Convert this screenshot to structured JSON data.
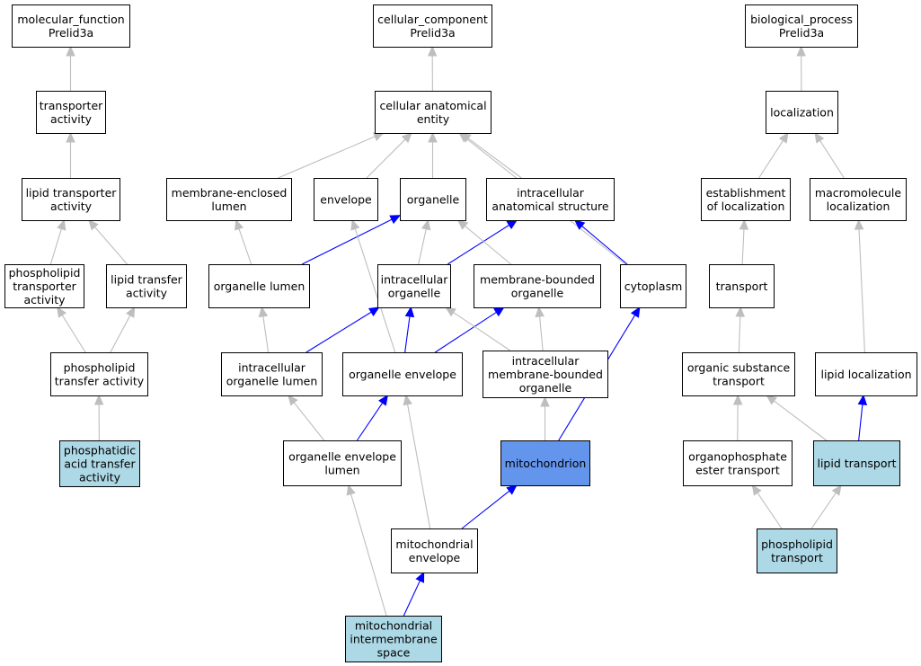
{
  "colors": {
    "default_fill": "#ffffff",
    "query_fill": "#add8e6",
    "focus_fill": "#6495ed",
    "edge_gray": "#bebebe",
    "edge_blue": "#0000ff"
  },
  "nodes": [
    {
      "id": "molecular_function",
      "lines": [
        "molecular_function",
        "Prelid3a"
      ],
      "style": "default"
    },
    {
      "id": "cellular_component",
      "lines": [
        "cellular_component",
        "Prelid3a"
      ],
      "style": "default"
    },
    {
      "id": "biological_process",
      "lines": [
        "biological_process",
        "Prelid3a"
      ],
      "style": "default"
    },
    {
      "id": "transporter_activity",
      "lines": [
        "transporter",
        "activity"
      ],
      "style": "default"
    },
    {
      "id": "cellular_anatomical_entity",
      "lines": [
        "cellular anatomical",
        "entity"
      ],
      "style": "default"
    },
    {
      "id": "localization",
      "lines": [
        "localization"
      ],
      "style": "default"
    },
    {
      "id": "lipid_transporter_activity",
      "lines": [
        "lipid transporter",
        "activity"
      ],
      "style": "default"
    },
    {
      "id": "membrane_enclosed_lumen",
      "lines": [
        "membrane-enclosed",
        "lumen"
      ],
      "style": "default"
    },
    {
      "id": "envelope",
      "lines": [
        "envelope"
      ],
      "style": "default"
    },
    {
      "id": "organelle",
      "lines": [
        "organelle"
      ],
      "style": "default"
    },
    {
      "id": "intracellular_anatomical_structure",
      "lines": [
        "intracellular",
        "anatomical structure"
      ],
      "style": "default"
    },
    {
      "id": "establishment_of_localization",
      "lines": [
        "establishment",
        "of localization"
      ],
      "style": "default"
    },
    {
      "id": "macromolecule_localization",
      "lines": [
        "macromolecule",
        "localization"
      ],
      "style": "default"
    },
    {
      "id": "phospholipid_transporter_activity",
      "lines": [
        "phospholipid",
        "transporter",
        "activity"
      ],
      "style": "default"
    },
    {
      "id": "lipid_transfer_activity",
      "lines": [
        "lipid transfer",
        "activity"
      ],
      "style": "default"
    },
    {
      "id": "organelle_lumen",
      "lines": [
        "organelle lumen"
      ],
      "style": "default"
    },
    {
      "id": "intracellular_organelle",
      "lines": [
        "intracellular",
        "organelle"
      ],
      "style": "default"
    },
    {
      "id": "membrane_bounded_organelle",
      "lines": [
        "membrane-bounded",
        "organelle"
      ],
      "style": "default"
    },
    {
      "id": "cytoplasm",
      "lines": [
        "cytoplasm"
      ],
      "style": "default"
    },
    {
      "id": "transport",
      "lines": [
        "transport"
      ],
      "style": "default"
    },
    {
      "id": "phospholipid_transfer_activity",
      "lines": [
        "phospholipid",
        "transfer activity"
      ],
      "style": "default"
    },
    {
      "id": "intracellular_organelle_lumen",
      "lines": [
        "intracellular",
        "organelle lumen"
      ],
      "style": "default"
    },
    {
      "id": "organelle_envelope",
      "lines": [
        "organelle envelope"
      ],
      "style": "default"
    },
    {
      "id": "intracellular_membrane_bounded_organelle",
      "lines": [
        "intracellular",
        "membrane-bounded",
        "organelle"
      ],
      "style": "default"
    },
    {
      "id": "organic_substance_transport",
      "lines": [
        "organic substance",
        "transport"
      ],
      "style": "default"
    },
    {
      "id": "lipid_localization",
      "lines": [
        "lipid localization"
      ],
      "style": "default"
    },
    {
      "id": "phosphatidic_acid_transfer_activity",
      "lines": [
        "phosphatidic",
        "acid transfer",
        "activity"
      ],
      "style": "query"
    },
    {
      "id": "organelle_envelope_lumen",
      "lines": [
        "organelle envelope",
        "lumen"
      ],
      "style": "default"
    },
    {
      "id": "mitochondrion",
      "lines": [
        "mitochondrion"
      ],
      "style": "focus"
    },
    {
      "id": "organophosphate_ester_transport",
      "lines": [
        "organophosphate",
        "ester transport"
      ],
      "style": "default"
    },
    {
      "id": "lipid_transport",
      "lines": [
        "lipid transport"
      ],
      "style": "query"
    },
    {
      "id": "mitochondrial_envelope",
      "lines": [
        "mitochondrial",
        "envelope"
      ],
      "style": "default"
    },
    {
      "id": "phospholipid_transport",
      "lines": [
        "phospholipid",
        "transport"
      ],
      "style": "query"
    },
    {
      "id": "mitochondrial_intermembrane_space",
      "lines": [
        "mitochondrial",
        "intermembrane",
        "space"
      ],
      "style": "query"
    }
  ],
  "edges": [
    {
      "from": "transporter_activity",
      "to": "molecular_function",
      "color": "gray"
    },
    {
      "from": "lipid_transporter_activity",
      "to": "transporter_activity",
      "color": "gray"
    },
    {
      "from": "phospholipid_transporter_activity",
      "to": "lipid_transporter_activity",
      "color": "gray"
    },
    {
      "from": "lipid_transfer_activity",
      "to": "lipid_transporter_activity",
      "color": "gray"
    },
    {
      "from": "phospholipid_transfer_activity",
      "to": "phospholipid_transporter_activity",
      "color": "gray"
    },
    {
      "from": "phospholipid_transfer_activity",
      "to": "lipid_transfer_activity",
      "color": "gray"
    },
    {
      "from": "phosphatidic_acid_transfer_activity",
      "to": "phospholipid_transfer_activity",
      "color": "gray"
    },
    {
      "from": "cellular_anatomical_entity",
      "to": "cellular_component",
      "color": "gray"
    },
    {
      "from": "membrane_enclosed_lumen",
      "to": "cellular_anatomical_entity",
      "color": "gray"
    },
    {
      "from": "envelope",
      "to": "cellular_anatomical_entity",
      "color": "gray"
    },
    {
      "from": "organelle",
      "to": "cellular_anatomical_entity",
      "color": "gray"
    },
    {
      "from": "intracellular_anatomical_structure",
      "to": "cellular_anatomical_entity",
      "color": "gray"
    },
    {
      "from": "cytoplasm",
      "to": "cellular_anatomical_entity",
      "color": "gray"
    },
    {
      "from": "organelle_lumen",
      "to": "membrane_enclosed_lumen",
      "color": "gray"
    },
    {
      "from": "organelle_lumen",
      "to": "organelle",
      "color": "blue"
    },
    {
      "from": "intracellular_organelle",
      "to": "organelle",
      "color": "gray"
    },
    {
      "from": "intracellular_organelle",
      "to": "intracellular_anatomical_structure",
      "color": "blue"
    },
    {
      "from": "membrane_bounded_organelle",
      "to": "organelle",
      "color": "gray"
    },
    {
      "from": "cytoplasm",
      "to": "intracellular_anatomical_structure",
      "color": "blue"
    },
    {
      "from": "intracellular_organelle_lumen",
      "to": "organelle_lumen",
      "color": "gray"
    },
    {
      "from": "intracellular_organelle_lumen",
      "to": "intracellular_organelle",
      "color": "blue"
    },
    {
      "from": "organelle_envelope",
      "to": "envelope",
      "color": "gray"
    },
    {
      "from": "organelle_envelope",
      "to": "intracellular_organelle",
      "color": "blue"
    },
    {
      "from": "organelle_envelope",
      "to": "membrane_bounded_organelle",
      "color": "blue"
    },
    {
      "from": "intracellular_membrane_bounded_organelle",
      "to": "intracellular_organelle",
      "color": "gray"
    },
    {
      "from": "intracellular_membrane_bounded_organelle",
      "to": "membrane_bounded_organelle",
      "color": "gray"
    },
    {
      "from": "organelle_envelope_lumen",
      "to": "intracellular_organelle_lumen",
      "color": "gray"
    },
    {
      "from": "organelle_envelope_lumen",
      "to": "organelle_envelope",
      "color": "blue"
    },
    {
      "from": "mitochondrion",
      "to": "intracellular_membrane_bounded_organelle",
      "color": "gray"
    },
    {
      "from": "mitochondrion",
      "to": "cytoplasm",
      "color": "blue"
    },
    {
      "from": "mitochondrial_envelope",
      "to": "organelle_envelope",
      "color": "gray"
    },
    {
      "from": "mitochondrial_envelope",
      "to": "mitochondrion",
      "color": "blue"
    },
    {
      "from": "mitochondrial_intermembrane_space",
      "to": "organelle_envelope_lumen",
      "color": "gray"
    },
    {
      "from": "mitochondrial_intermembrane_space",
      "to": "mitochondrial_envelope",
      "color": "blue"
    },
    {
      "from": "localization",
      "to": "biological_process",
      "color": "gray"
    },
    {
      "from": "establishment_of_localization",
      "to": "localization",
      "color": "gray"
    },
    {
      "from": "macromolecule_localization",
      "to": "localization",
      "color": "gray"
    },
    {
      "from": "transport",
      "to": "establishment_of_localization",
      "color": "gray"
    },
    {
      "from": "lipid_localization",
      "to": "macromolecule_localization",
      "color": "gray"
    },
    {
      "from": "organic_substance_transport",
      "to": "transport",
      "color": "gray"
    },
    {
      "from": "organophosphate_ester_transport",
      "to": "organic_substance_transport",
      "color": "gray"
    },
    {
      "from": "lipid_transport",
      "to": "organic_substance_transport",
      "color": "gray"
    },
    {
      "from": "lipid_transport",
      "to": "lipid_localization",
      "color": "blue"
    },
    {
      "from": "phospholipid_transport",
      "to": "organophosphate_ester_transport",
      "color": "gray"
    },
    {
      "from": "phospholipid_transport",
      "to": "lipid_transport",
      "color": "gray"
    }
  ]
}
